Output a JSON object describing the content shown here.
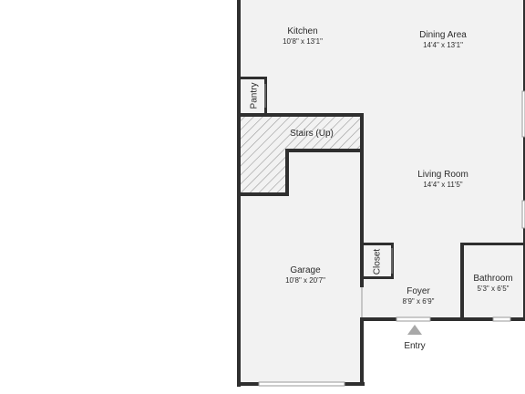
{
  "rooms": {
    "kitchen": {
      "name": "Kitchen",
      "dims": "10'8\" x 13'1\""
    },
    "dining": {
      "name": "Dining Area",
      "dims": "14'4\" x 13'1\""
    },
    "pantry": {
      "name": "Pantry"
    },
    "stairs": {
      "name": "Stairs (Up)"
    },
    "living": {
      "name": "Living Room",
      "dims": "14'4\" x 11'5\""
    },
    "closet": {
      "name": "Closet"
    },
    "garage": {
      "name": "Garage",
      "dims": "10'8\" x 20'7\""
    },
    "foyer": {
      "name": "Foyer",
      "dims": "8'9\" x 6'9\""
    },
    "bathroom": {
      "name": "Bathroom",
      "dims": "5'3\" x 6'5\""
    }
  },
  "entry": {
    "label": "Entry"
  },
  "colors": {
    "wall": "#2f2f2f",
    "floor": "#f2f2f2",
    "hatch": "#9a9a9a",
    "marker": "#a8a8a8"
  }
}
